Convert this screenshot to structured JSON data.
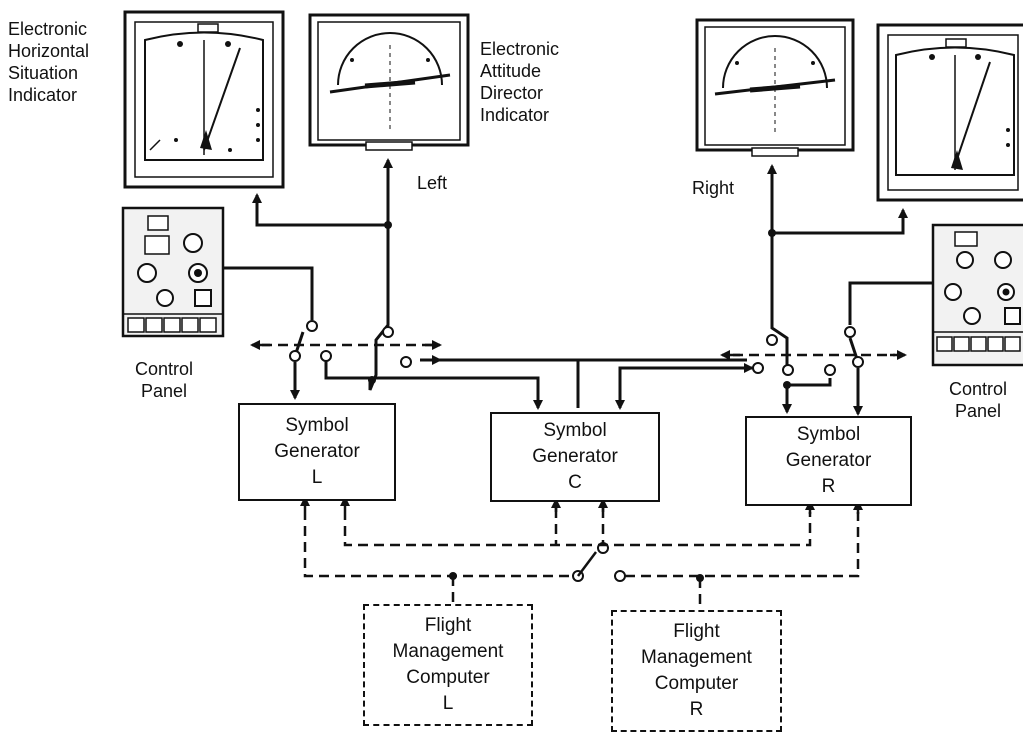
{
  "labels": {
    "ehsi": [
      "Electronic",
      "Horizontal",
      "Situation",
      "Indicator"
    ],
    "eadi": [
      "Electronic",
      "Attitude",
      "Director",
      "Indicator"
    ],
    "left": "Left",
    "right": "Right",
    "control_panel_left": [
      "Control",
      "Panel"
    ],
    "control_panel_right": [
      "Control",
      "Panel"
    ]
  },
  "boxes": {
    "sg_left": [
      "Symbol",
      "Generator",
      "L"
    ],
    "sg_center": [
      "Symbol",
      "Generator",
      "C"
    ],
    "sg_right": [
      "Symbol",
      "Generator",
      "R"
    ],
    "fmc_left": [
      "Flight",
      "Management",
      "Computer",
      "L"
    ],
    "fmc_right": [
      "Flight",
      "Management",
      "Computer",
      "R"
    ]
  },
  "colors": {
    "ink": "#111111",
    "panel": "#f2f2f2",
    "background": "#ffffff"
  }
}
